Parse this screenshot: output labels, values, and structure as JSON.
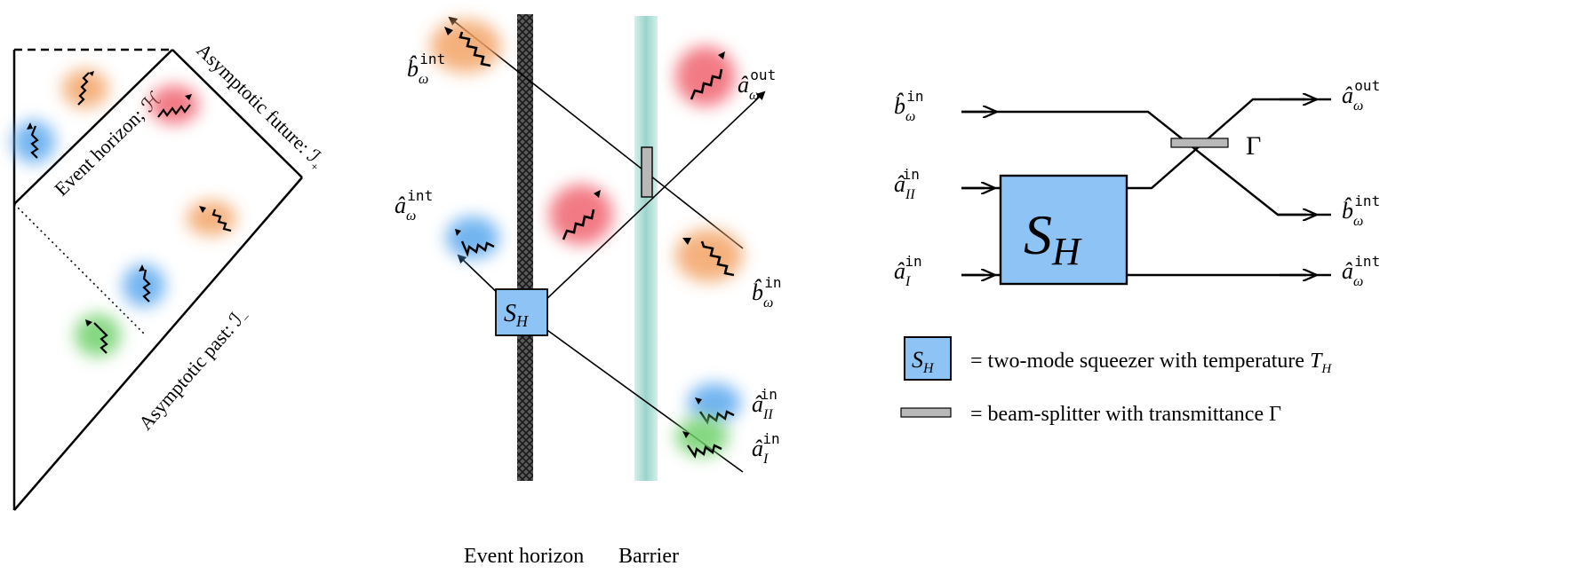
{
  "panel_left": {
    "event_horizon": "Event horizon; ℋ",
    "asymptotic_future": "Asymptotic future: ℐ",
    "future_sub": "+",
    "asymptotic_past": "Asymptotic past: ℐ",
    "past_sub": "−"
  },
  "panel_middle": {
    "b_int": {
      "base": "b̂",
      "sub": "ω",
      "sup": "int"
    },
    "a_out": {
      "base": "â",
      "sub": "ω",
      "sup": "out"
    },
    "a_int": {
      "base": "â",
      "sub": "ω",
      "sup": "int"
    },
    "b_in": {
      "base": "b̂",
      "sub": "ω",
      "sup": "in"
    },
    "a_II_in": {
      "base": "â",
      "sub": "II",
      "sup": "in"
    },
    "a_I_in": {
      "base": "â",
      "sub": "I",
      "sup": "in"
    },
    "squeezer_s": "S",
    "squeezer_h": "H",
    "event_horizon_caption": "Event horizon",
    "barrier_caption": "Barrier"
  },
  "panel_right": {
    "b_in": {
      "base": "b̂",
      "sub": "ω",
      "sup": "in"
    },
    "a_II_in": {
      "base": "â",
      "sub": "II",
      "sup": "in"
    },
    "a_I_in": {
      "base": "â",
      "sub": "I",
      "sup": "in"
    },
    "a_out": {
      "base": "â",
      "sub": "ω",
      "sup": "out"
    },
    "b_int": {
      "base": "b̂",
      "sub": "ω",
      "sup": "int"
    },
    "a_int": {
      "base": "â",
      "sub": "ω",
      "sup": "int"
    },
    "gamma": "Γ",
    "squeezer_s": "S",
    "squeezer_h": "H",
    "legend_squeezer_text": "= two-mode squeezer with temperature ",
    "legend_squeezer_T": "T",
    "legend_squeezer_Tsub": "H",
    "legend_bs_text": "= beam-splitter with transmittance Γ"
  },
  "colors": {
    "squeezer_fill": "#8ec4f5",
    "beamsplitter_fill": "#b8b8b8",
    "glow_blue": "#5aa7ee",
    "glow_red": "#f06470",
    "glow_orange": "#f3a468",
    "glow_green": "#6fd06a",
    "barrier": "#8fd0c8"
  }
}
